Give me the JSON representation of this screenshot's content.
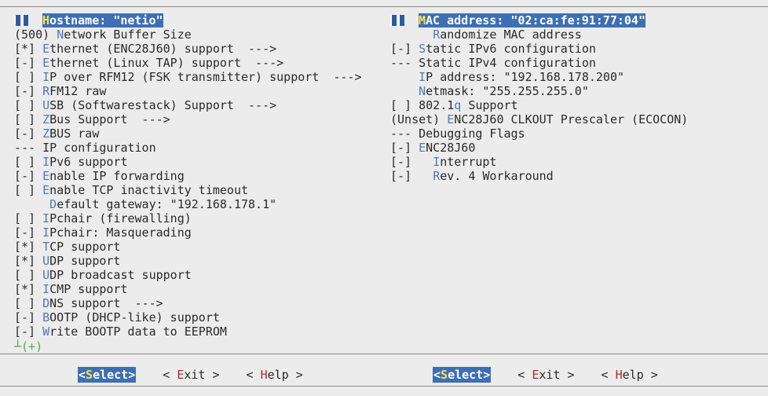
{
  "left_pane": {
    "items": [
      {
        "prefix": "",
        "hot": "H",
        "rest": "ostname: \"netio\"",
        "selected": true,
        "indent": ""
      },
      {
        "prefix": "(500) ",
        "hot": "N",
        "rest": "etwork Buffer Size",
        "indent": ""
      },
      {
        "prefix": "[*] ",
        "hot": "E",
        "rest": "thernet (ENC28J60) support  --->",
        "indent": ""
      },
      {
        "prefix": "[-] ",
        "hot": "E",
        "rest": "thernet (Linux TAP) support  --->",
        "indent": ""
      },
      {
        "prefix": "[ ] ",
        "hot": "I",
        "rest": "P over RFM12 (FSK transmitter) support  --->",
        "indent": ""
      },
      {
        "prefix": "[-] ",
        "hot": "R",
        "rest": "FM12 raw",
        "indent": ""
      },
      {
        "prefix": "[ ] ",
        "hot": "U",
        "rest": "SB (Softwarestack) Support  --->",
        "indent": ""
      },
      {
        "prefix": "[ ] ",
        "hot": "Z",
        "rest": "Bus Support  --->",
        "indent": ""
      },
      {
        "prefix": "[-] ",
        "hot": "Z",
        "rest": "BUS raw",
        "indent": ""
      },
      {
        "prefix": "--- IP configuration",
        "hot": "",
        "rest": "",
        "indent": ""
      },
      {
        "prefix": "[ ] ",
        "hot": "I",
        "rest": "Pv6 support",
        "indent": ""
      },
      {
        "prefix": "[-] ",
        "hot": "E",
        "rest": "nable IP forwarding",
        "indent": ""
      },
      {
        "prefix": "[ ] ",
        "hot": "E",
        "rest": "nable TCP inactivity timeout",
        "indent": ""
      },
      {
        "prefix": "",
        "hot": "D",
        "rest": "efault gateway: \"192.168.178.1\"",
        "indent": "     "
      },
      {
        "prefix": "[ ] ",
        "hot": "I",
        "rest": "Pchair (firewalling)",
        "indent": ""
      },
      {
        "prefix": "[-] ",
        "hot": "I",
        "rest": "Pchair: Masquerading",
        "indent": ""
      },
      {
        "prefix": "[*] ",
        "hot": "T",
        "rest": "CP support",
        "indent": ""
      },
      {
        "prefix": "[*] ",
        "hot": "U",
        "rest": "DP support",
        "indent": ""
      },
      {
        "prefix": "[ ] ",
        "hot": "U",
        "rest": "DP broadcast support",
        "indent": ""
      },
      {
        "prefix": "[*] ",
        "hot": "I",
        "rest": "CMP support",
        "indent": ""
      },
      {
        "prefix": "[ ] ",
        "hot": "D",
        "rest": "NS support  --->",
        "indent": ""
      },
      {
        "prefix": "[-] ",
        "hot": "B",
        "rest": "OOTP (DHCP-like) support",
        "indent": ""
      },
      {
        "prefix": "[-] ",
        "hot": "W",
        "rest": "rite BOOTP data to EEPROM",
        "indent": ""
      }
    ],
    "more_indicator": "┴(+)"
  },
  "right_pane": {
    "items": [
      {
        "prefix": "",
        "hot": "M",
        "rest": "AC address: \"02:ca:fe:91:77:04\"",
        "selected": true,
        "indent": ""
      },
      {
        "prefix": "",
        "hot": "R",
        "rest": "andomize MAC address",
        "indent": "      "
      },
      {
        "prefix": "[-] ",
        "hot": "S",
        "rest": "tatic IPv6 configuration",
        "indent": ""
      },
      {
        "prefix": "--- Static IPv4 configuration",
        "hot": "",
        "rest": "",
        "indent": ""
      },
      {
        "prefix": "",
        "hot": "I",
        "rest": "P address: \"192.168.178.200\"",
        "indent": "    "
      },
      {
        "prefix": "",
        "hot": "N",
        "rest": "etmask: \"255.255.255.0\"",
        "indent": "    "
      },
      {
        "prefix": "[ ] 802.1",
        "hot": "q",
        "rest": " Support",
        "indent": ""
      },
      {
        "prefix": "(Unset) ",
        "hot": "E",
        "rest": "NC28J60 CLKOUT Prescaler (ECOCON)",
        "indent": ""
      },
      {
        "prefix": "--- Debugging Flags",
        "hot": "",
        "rest": "",
        "indent": ""
      },
      {
        "prefix": "[-] ",
        "hot": "E",
        "rest": "NC28J60",
        "indent": ""
      },
      {
        "prefix": "[-]   ",
        "hot": "I",
        "rest": "nterrupt",
        "indent": ""
      },
      {
        "prefix": "[-]   ",
        "hot": "R",
        "rest": "ev. 4 Workaround",
        "indent": ""
      }
    ]
  },
  "buttons_left": [
    {
      "pre": "<",
      "hot": "S",
      "post": "elect>",
      "active": true
    },
    {
      "pre": "< ",
      "hot": "E",
      "post": "xit >",
      "active": false
    },
    {
      "pre": "< ",
      "hot": "H",
      "post": "elp >",
      "active": false
    }
  ],
  "buttons_right": [
    {
      "pre": "<",
      "hot": "S",
      "post": "elect>",
      "active": true
    },
    {
      "pre": "< ",
      "hot": "E",
      "post": "xit >",
      "active": false
    },
    {
      "pre": "< ",
      "hot": "H",
      "post": "elp >",
      "active": false
    }
  ],
  "colors": {
    "background": "#ececec",
    "selection": "#3e6fb4",
    "hotkey": "#5279b3",
    "button_hotkey": "#b22a2a",
    "more_indicator": "#5ba35b"
  }
}
